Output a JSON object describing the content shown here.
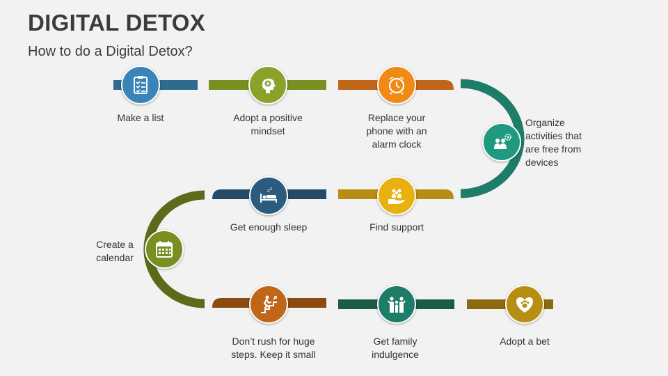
{
  "header": {
    "title": "DIGITAL DETOX",
    "subtitle": "How to do a Digital Detox?"
  },
  "steps": [
    {
      "label": "Make a list",
      "icon": "checklist-icon",
      "color": "#2e6b8f",
      "node_color": "#3a84b8"
    },
    {
      "label": "Adopt a positive mindset",
      "icon": "positive-mind-icon",
      "color": "#7a8f22",
      "node_color": "#8aa12a"
    },
    {
      "label": "Replace your phone with an alarm clock",
      "icon": "alarm-clock-icon",
      "color": "#c0661a",
      "node_color": "#f08a14"
    },
    {
      "label": "Organize activities that are free from devices",
      "icon": "group-settings-icon",
      "color": "#1e7d69",
      "node_color": "#1f9a80"
    },
    {
      "label": "Find support",
      "icon": "support-hands-icon",
      "color": "#b78d12",
      "node_color": "#e8b10f"
    },
    {
      "label": "Get enough sleep",
      "icon": "sleep-bed-icon",
      "color": "#244a66",
      "node_color": "#2c5b80"
    },
    {
      "label": "Create a calendar",
      "icon": "calendar-icon",
      "color": "#5b6b1a",
      "node_color": "#7a8f22"
    },
    {
      "label": "Don’t rush for huge steps. Keep it small",
      "icon": "stairs-climb-icon",
      "color": "#8a4a10",
      "node_color": "#c0661a"
    },
    {
      "label": "Get family indulgence",
      "icon": "family-icon",
      "color": "#1b5c48",
      "node_color": "#1e7d69"
    },
    {
      "label": "Adopt a bet",
      "icon": "pet-heart-icon",
      "color": "#8c6a10",
      "node_color": "#b78d12"
    }
  ]
}
